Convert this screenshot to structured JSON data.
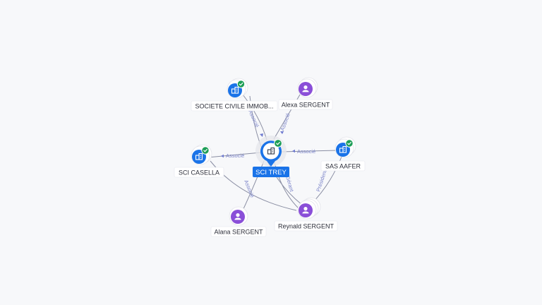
{
  "colors": {
    "company": "#1a73e8",
    "person": "#8a4fd8",
    "verified": "#1e9e57",
    "center": "#1a73e8",
    "edge_label": "#7b84c9"
  },
  "nodes": {
    "center": {
      "label": "SCI TREY",
      "icon": "building-icon",
      "verified": true
    },
    "societe": {
      "label": "SOCIETE CIVILE IMMOB...",
      "icon": "building-icon",
      "verified": true
    },
    "alexa": {
      "label": "Alexa SERGENT",
      "icon": "person-icon"
    },
    "casella": {
      "label": "SCI CASELLA",
      "icon": "building-icon",
      "verified": true
    },
    "aafer": {
      "label": "SAS AAFER",
      "icon": "building-icon",
      "verified": true
    },
    "alana": {
      "label": "Alana SERGENT",
      "icon": "person-icon"
    },
    "reynald": {
      "label": "Reynald SERGENT",
      "icon": "person-icon"
    }
  },
  "edges": {
    "societe": "Associé",
    "alexa": "Associé",
    "casella": "Associé",
    "aafer": "Associé",
    "alana": "Associé",
    "reynald_gerant": "Gérant",
    "reynald_president": "Président"
  }
}
